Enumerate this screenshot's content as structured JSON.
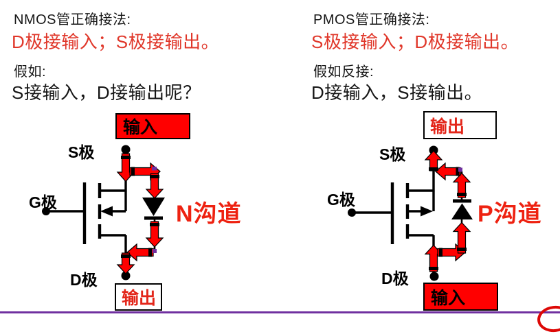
{
  "slide": {
    "background_color": "#FFFFFF",
    "divider_color": "#7030A0",
    "arrow_color": "#FF0000",
    "red_text_color": "#E0372A",
    "page_marker_color": "#DD0806"
  },
  "left_panel": {
    "heading": "NMOS管正确接法:",
    "rule": "D极接输入；S极接输出。",
    "hypothesis": "假如:",
    "question": "S接输入，D接输出呢？",
    "diagram": {
      "input_box_label": "输入",
      "output_box_label": "输出",
      "source_label": "S极",
      "gate_label": "G极",
      "drain_label": "D极",
      "channel_label": "N沟道"
    }
  },
  "right_panel": {
    "heading": "PMOS管正确接法:",
    "rule": "S极接输入；D极接输出。",
    "hypothesis": "假如反接:",
    "question": "D接输入，S接输出。",
    "diagram": {
      "input_box_label": "输入",
      "output_box_label": "输出",
      "source_label": "S极",
      "gate_label": "G极",
      "drain_label": "D极",
      "channel_label": "P沟道"
    }
  }
}
